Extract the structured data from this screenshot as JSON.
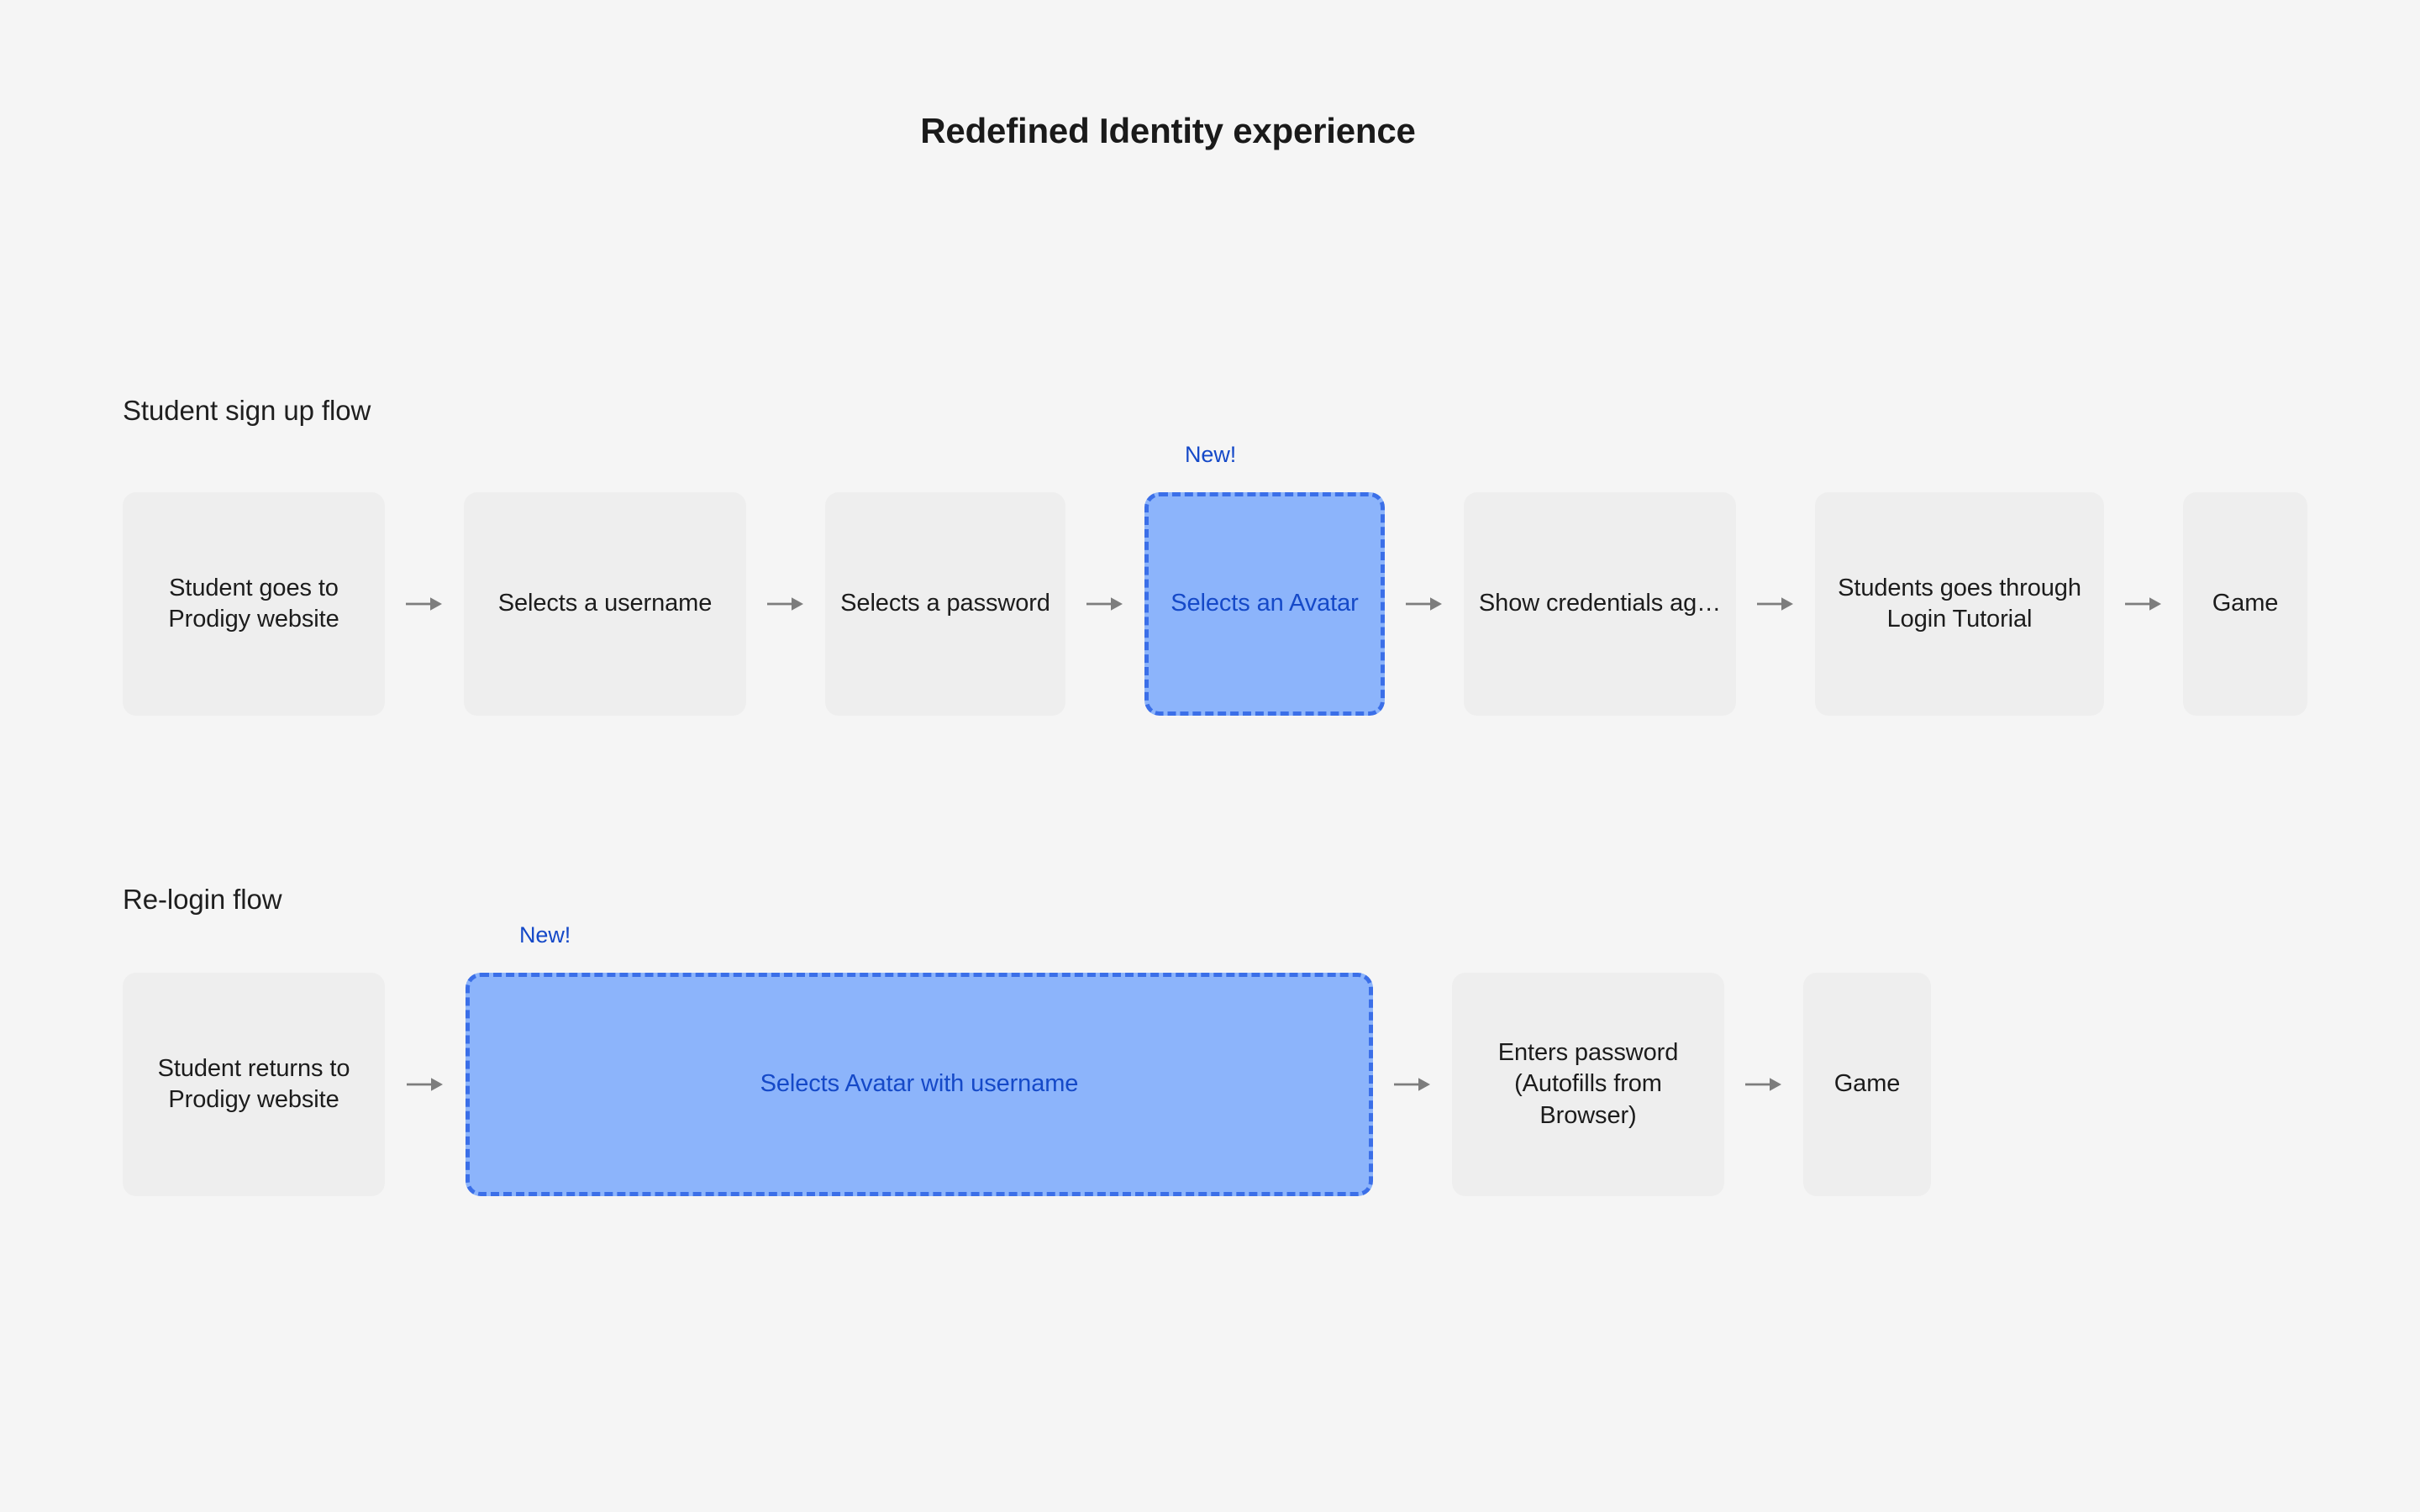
{
  "page": {
    "title": "Redefined Identity experience",
    "background_color": "#F5F5F5"
  },
  "colors": {
    "canvas": "#F5F5F5",
    "step_fill": "#EEEEEE",
    "step_text": "#1C1C1C",
    "highlight_fill": "#8CB4FB",
    "highlight_border": "#3B6FE8",
    "highlight_text": "#1549C8",
    "badge_text": "#1549C8",
    "arrow": "#7D7D7D",
    "title_text": "#1A1A1A"
  },
  "flows": [
    {
      "id": "student-sign-up-flow",
      "heading": "Student sign up flow",
      "badge": "New!",
      "steps": [
        {
          "label": "Student goes to Prodigy website",
          "highlight": false
        },
        {
          "label": "Selects a username",
          "highlight": false
        },
        {
          "label": "Selects a password",
          "highlight": false
        },
        {
          "label": "Selects an Avatar",
          "highlight": true
        },
        {
          "label": "Show credentials ag…",
          "highlight": false
        },
        {
          "label": "Students goes through Login Tutorial",
          "highlight": false
        },
        {
          "label": "Game",
          "highlight": false
        }
      ]
    },
    {
      "id": "re-login-flow",
      "heading": "Re-login flow",
      "badge": "New!",
      "steps": [
        {
          "label": "Student returns to Prodigy website",
          "highlight": false
        },
        {
          "label": "Selects Avatar with username",
          "highlight": true
        },
        {
          "label": "Enters password (Autofills from Browser)",
          "highlight": false
        },
        {
          "label": "Game",
          "highlight": false
        }
      ]
    }
  ],
  "icons": {
    "arrow": "arrow-right-icon"
  }
}
